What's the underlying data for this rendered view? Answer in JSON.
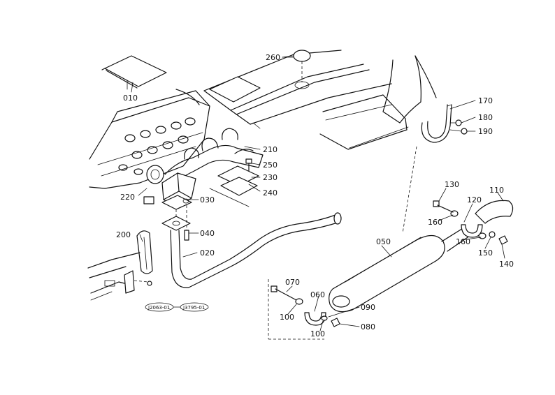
{
  "parts": {
    "p010": "010",
    "p020": "020",
    "p030": "030",
    "p040": "040",
    "p050": "050",
    "p060": "060",
    "p070": "070",
    "p080": "080",
    "p090": "090",
    "p100a": "100",
    "p100b": "100",
    "p110": "110",
    "p120": "120",
    "p130": "130",
    "p140": "140",
    "p150": "150",
    "p160a": "160",
    "p160b": "160",
    "p170": "170",
    "p180": "180",
    "p190": "190",
    "p200": "200",
    "p210": "210",
    "p220": "220",
    "p230": "230",
    "p240": "240",
    "p250": "250",
    "p260": "260"
  },
  "stamps": {
    "left": "J2063-01",
    "right": "J3795-01"
  }
}
